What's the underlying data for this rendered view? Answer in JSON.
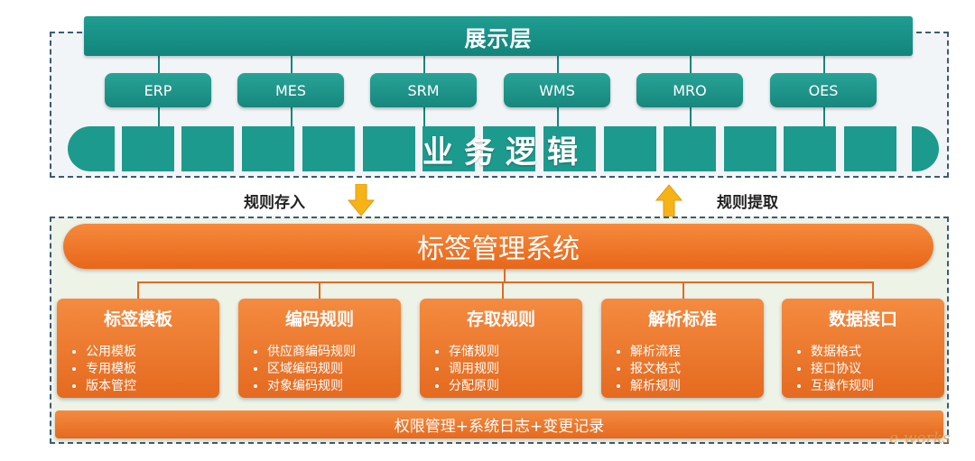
{
  "presentation_layer": {
    "title": "展示层"
  },
  "systems": [
    {
      "label": "ERP"
    },
    {
      "label": "MES"
    },
    {
      "label": "SRM"
    },
    {
      "label": "WMS"
    },
    {
      "label": "MRO"
    },
    {
      "label": "OES"
    }
  ],
  "business_logic": {
    "label": "业务逻辑"
  },
  "flows": {
    "store_label": "规则存入",
    "extract_label": "规则提取"
  },
  "tag_system": {
    "title": "标签管理系统"
  },
  "modules": [
    {
      "title": "标签模板",
      "items": [
        "公用模板",
        "专用模板",
        "版本管控"
      ]
    },
    {
      "title": "编码规则",
      "items": [
        "供应商编码规则",
        "区域编码规则",
        "对象编码规则"
      ]
    },
    {
      "title": "存取规则",
      "items": [
        "存储规则",
        "调用规则",
        "分配原则"
      ]
    },
    {
      "title": "解析标准",
      "items": [
        "解析流程",
        "报文格式",
        "解析规则"
      ]
    },
    {
      "title": "数据接口",
      "items": [
        "数据格式",
        "接口协议",
        "互操作规则"
      ]
    }
  ],
  "footer": {
    "label": "权限管理+系统日志+变更记录"
  },
  "watermark": {
    "text": "e-works"
  },
  "colors": {
    "teal": "#1d9a8e",
    "orange": "#ee7a2e",
    "arrow_yellow": "#f6b318"
  }
}
